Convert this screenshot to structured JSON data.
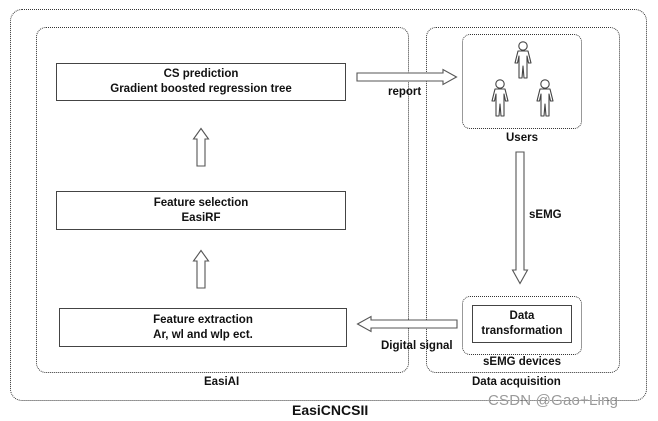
{
  "outer_label": "EasiCNCSII",
  "left_panel": {
    "label": "EasiAI"
  },
  "right_panel": {
    "label": "Data acquisition"
  },
  "boxes": {
    "prediction": {
      "line1": "CS prediction",
      "line2": "Gradient boosted regression tree"
    },
    "selection": {
      "line1": "Feature selection",
      "line2": "EasiRF"
    },
    "extraction": {
      "line1": "Feature extraction",
      "line2": "Ar, wl and wlp ect."
    },
    "transformation": {
      "line1": "Data",
      "line2": "transformation"
    }
  },
  "groups": {
    "users": "Users",
    "devices": "sEMG devices"
  },
  "edge_labels": {
    "report": "report",
    "semg": "sEMG",
    "digital_signal": "Digital signal"
  },
  "icons": {
    "person": "person-icon"
  },
  "watermark": "CSDN @Gao+Ling"
}
